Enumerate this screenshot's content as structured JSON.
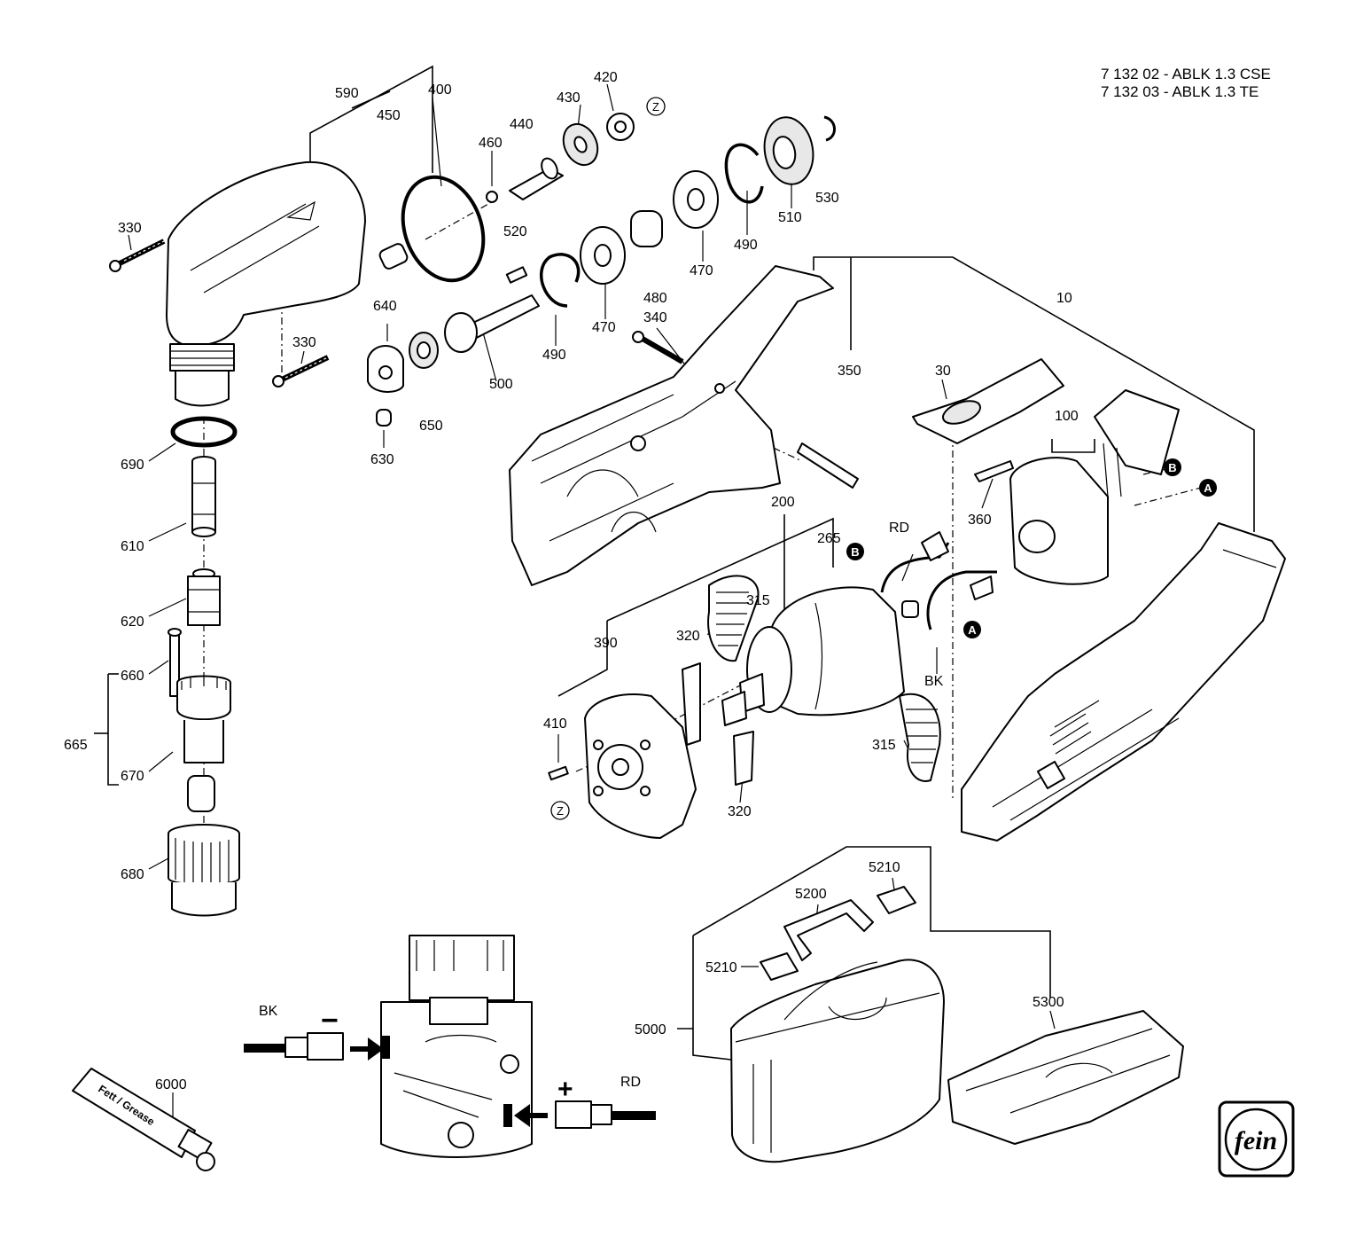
{
  "header": {
    "line1": "7 132 02 - ABLK 1.3 CSE",
    "line2": "7 132 03 - ABLK 1.3 TE"
  },
  "labels": {
    "p590": "590",
    "p450": "450",
    "p400": "400",
    "p420": "420",
    "p430": "430",
    "p440": "440",
    "p460": "460",
    "p520": "520",
    "p530": "530",
    "p510": "510",
    "p490a": "490",
    "p490b": "490",
    "p470a": "470",
    "p470b": "470",
    "p480": "480",
    "p340": "340",
    "p500": "500",
    "p330a": "330",
    "p330b": "330",
    "p640": "640",
    "p650": "650",
    "p630": "630",
    "p690": "690",
    "p610": "610",
    "p620": "620",
    "p660": "660",
    "p665": "665",
    "p670": "670",
    "p680": "680",
    "p10": "10",
    "p350": "350",
    "p30": "30",
    "p100": "100",
    "p360": "360",
    "p200": "200",
    "p265": "265",
    "rd1": "RD",
    "bk1": "BK",
    "p315a": "315",
    "p315b": "315",
    "p320a": "320",
    "p320b": "320",
    "p390": "390",
    "p410": "410",
    "p5210a": "5210",
    "p5210b": "5210",
    "p5200": "5200",
    "p5000": "5000",
    "p5300": "5300",
    "p6000": "6000",
    "bk2": "BK",
    "rd2": "RD",
    "minus": "−",
    "plus": "+"
  },
  "markers": {
    "a": "A",
    "b": "B",
    "z": "Z"
  },
  "grease_text": "Fett / Grease",
  "logo_text": "fein"
}
